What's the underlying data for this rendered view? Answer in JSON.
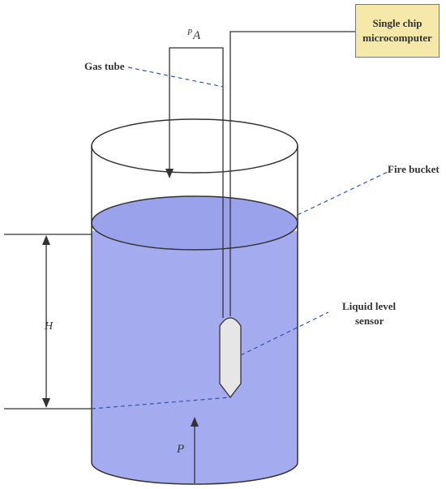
{
  "labels": {
    "mcu_line1": "Single chip",
    "mcu_line2": "microcomputer",
    "gas_tube": "Gas tube",
    "fire_bucket": "Fire bucket",
    "sensor_line1": "Liquid level",
    "sensor_line2": "sensor",
    "pressure_top": "A",
    "pressure_top_prefix": "P",
    "pressure_bottom": "P",
    "height": "H"
  },
  "colors": {
    "liquid": "#a4abef",
    "liquid_surface": "#9aa2ec",
    "mcu_fill": "#f6e8a8",
    "sensor_fill": "#e6e6e6",
    "leader_dashed": "#3355aa",
    "outline": "#333333"
  }
}
